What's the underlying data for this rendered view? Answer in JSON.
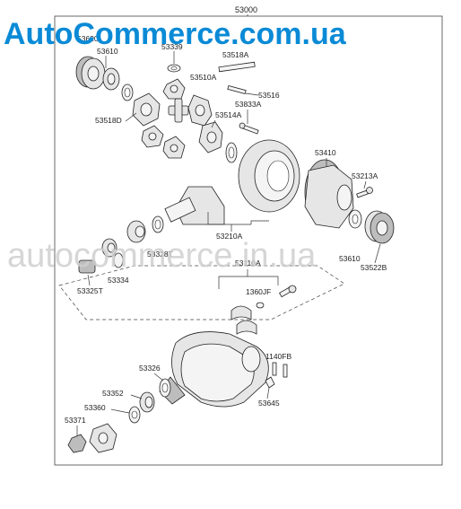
{
  "watermark_top": "AutoCommerce.com.ua",
  "watermark_mid": "autocommerce.in.ua",
  "assembly_number": "53000",
  "labels": {
    "p53610": "53610",
    "p53620": "53620",
    "p53339": "53339",
    "p53518A": "53518A",
    "p53510A": "53510A",
    "p53516": "53516",
    "p53833A": "53833A",
    "p53514A": "53514A",
    "p53518D": "53518D",
    "p53410": "53410",
    "p53213A": "53213A",
    "p53210A": "53210A",
    "p53328T": "53328T",
    "p53334": "53334",
    "p53325T": "53325T",
    "p53110A": "53110A",
    "p1360JF": "1360JF",
    "p53610b": "53610",
    "p53522B": "53522B",
    "p53326": "53326",
    "p1140FB": "1140FB",
    "p53352": "53352",
    "p53360": "53360",
    "p53371": "53371",
    "p53645": "53645"
  },
  "colors": {
    "brand_blue": "#0a8ad6",
    "watermark_gray": "#cfcfcf"
  }
}
